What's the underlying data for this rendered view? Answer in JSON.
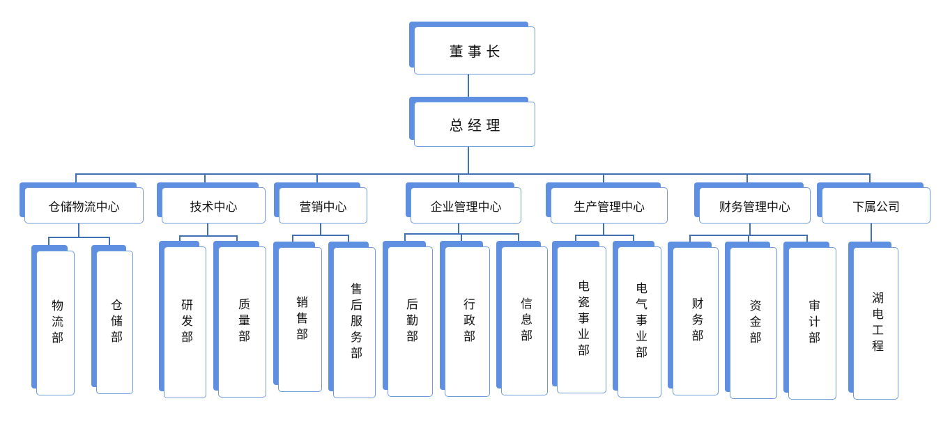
{
  "chairman": "董 事 长",
  "general_manager": "总 经 理",
  "centers": [
    {
      "name": "仓储物流中心",
      "departments": [
        "物流部",
        "仓储部"
      ]
    },
    {
      "name": "技术中心",
      "departments": [
        "研发部",
        "质量部"
      ]
    },
    {
      "name": "营销中心",
      "departments": [
        "销售部",
        "售后服务部"
      ]
    },
    {
      "name": "企业管理中心",
      "departments": [
        "后勤部",
        "行政部",
        "信息部"
      ]
    },
    {
      "name": "生产管理中心",
      "departments": [
        "电瓷事业部",
        "电气事业部"
      ]
    },
    {
      "name": "财务管理中心",
      "departments": [
        "财务部",
        "资金部",
        "审计部"
      ]
    },
    {
      "name": "下属公司",
      "departments": [
        "湖电工程"
      ]
    }
  ],
  "colors": {
    "line": "#3f6fb5",
    "shadow": "#5f8fe0",
    "border": "#6d99dd"
  }
}
